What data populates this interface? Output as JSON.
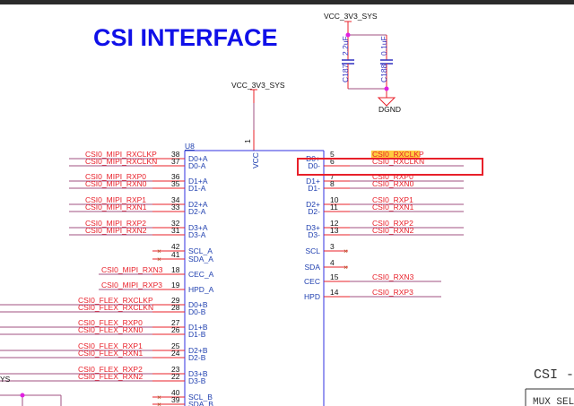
{
  "title": "CSI INTERFACE",
  "power": {
    "cap_supply": "VCC_3V3_SYS",
    "u8_supply": "VCC_3V3_SYS",
    "ground": "DGND",
    "left_cut_label": "YS"
  },
  "capacitors": [
    {
      "ref": "C187",
      "value": "2.2uF"
    },
    {
      "ref": "C188",
      "value": "0.1uF"
    }
  ],
  "u8": {
    "ref": "U8",
    "vcc_pin_name": "VCC",
    "vcc_pin_num": "1",
    "left_pins": [
      {
        "net": "CSI0_MIPI_RXCLKP",
        "num": "38",
        "name": "D0+A"
      },
      {
        "net": "CSI0_MIPI_RXCLKN",
        "num": "37",
        "name": "D0-A"
      },
      {
        "net": "CSI0_MIPI_RXP0",
        "num": "36",
        "name": "D1+A"
      },
      {
        "net": "CSI0_MIPI_RXN0",
        "num": "35",
        "name": "D1-A"
      },
      {
        "net": "CSI0_MIPI_RXP1",
        "num": "34",
        "name": "D2+A"
      },
      {
        "net": "CSI0_MIPI_RXN1",
        "num": "33",
        "name": "D2-A"
      },
      {
        "net": "CSI0_MIPI_RXP2",
        "num": "32",
        "name": "D3+A"
      },
      {
        "net": "CSI0_MIPI_RXN2",
        "num": "31",
        "name": "D3-A"
      },
      {
        "net": "",
        "num": "42",
        "name": "SCL_A"
      },
      {
        "net": "",
        "num": "41",
        "name": "SDA_A"
      },
      {
        "net": "CSI0_MIPI_RXN3",
        "num": "18",
        "name": "CEC_A"
      },
      {
        "net": "CSI0_MIPI_RXP3",
        "num": "19",
        "name": "HPD_A"
      },
      {
        "net": "CSI0_FLEX_RXCLKP",
        "num": "29",
        "name": "D0+B"
      },
      {
        "net": "CSI0_FLEX_RXCLKN",
        "num": "28",
        "name": "D0-B"
      },
      {
        "net": "CSI0_FLEX_RXP0",
        "num": "27",
        "name": "D1+B"
      },
      {
        "net": "CSI0_FLEX_RXN0",
        "num": "26",
        "name": "D1-B"
      },
      {
        "net": "CSI0_FLEX_RXP1",
        "num": "25",
        "name": "D2+B"
      },
      {
        "net": "CSI0_FLEX_RXN1",
        "num": "24",
        "name": "D2-B"
      },
      {
        "net": "CSI0_FLEX_RXP2",
        "num": "23",
        "name": "D3+B"
      },
      {
        "net": "CSI0_FLEX_RXN2",
        "num": "22",
        "name": "D3-B"
      },
      {
        "net": "",
        "num": "40",
        "name": "SCL_B"
      },
      {
        "net": "",
        "num": "39",
        "name": "SDA_B"
      }
    ],
    "right_pins": [
      {
        "net": "CSI0_RXCLKP",
        "num": "5",
        "name": "D0+"
      },
      {
        "net": "CSI0_RXCLKN",
        "num": "6",
        "name": "D0-"
      },
      {
        "net": "CSI0_RXP0",
        "num": "7",
        "name": "D1+"
      },
      {
        "net": "CSI0_RXN0",
        "num": "8",
        "name": "D1-"
      },
      {
        "net": "CSI0_RXP1",
        "num": "10",
        "name": "D2+"
      },
      {
        "net": "CSI0_RXN1",
        "num": "11",
        "name": "D2-"
      },
      {
        "net": "CSI0_RXP2",
        "num": "12",
        "name": "D3+"
      },
      {
        "net": "CSI0_RXN2",
        "num": "13",
        "name": "D3-"
      },
      {
        "net": "",
        "num": "3",
        "name": "SCL"
      },
      {
        "net": "",
        "num": "4",
        "name": "SDA"
      },
      {
        "net": "CSI0_RXN3",
        "num": "15",
        "name": "CEC"
      },
      {
        "net": "CSI0_RXP3",
        "num": "14",
        "name": "HPD"
      }
    ]
  },
  "side_block": {
    "title": "CSI -",
    "box_label": "MUX SEL"
  },
  "highlight_color": "#e8202a",
  "title_color": "#1010e8"
}
